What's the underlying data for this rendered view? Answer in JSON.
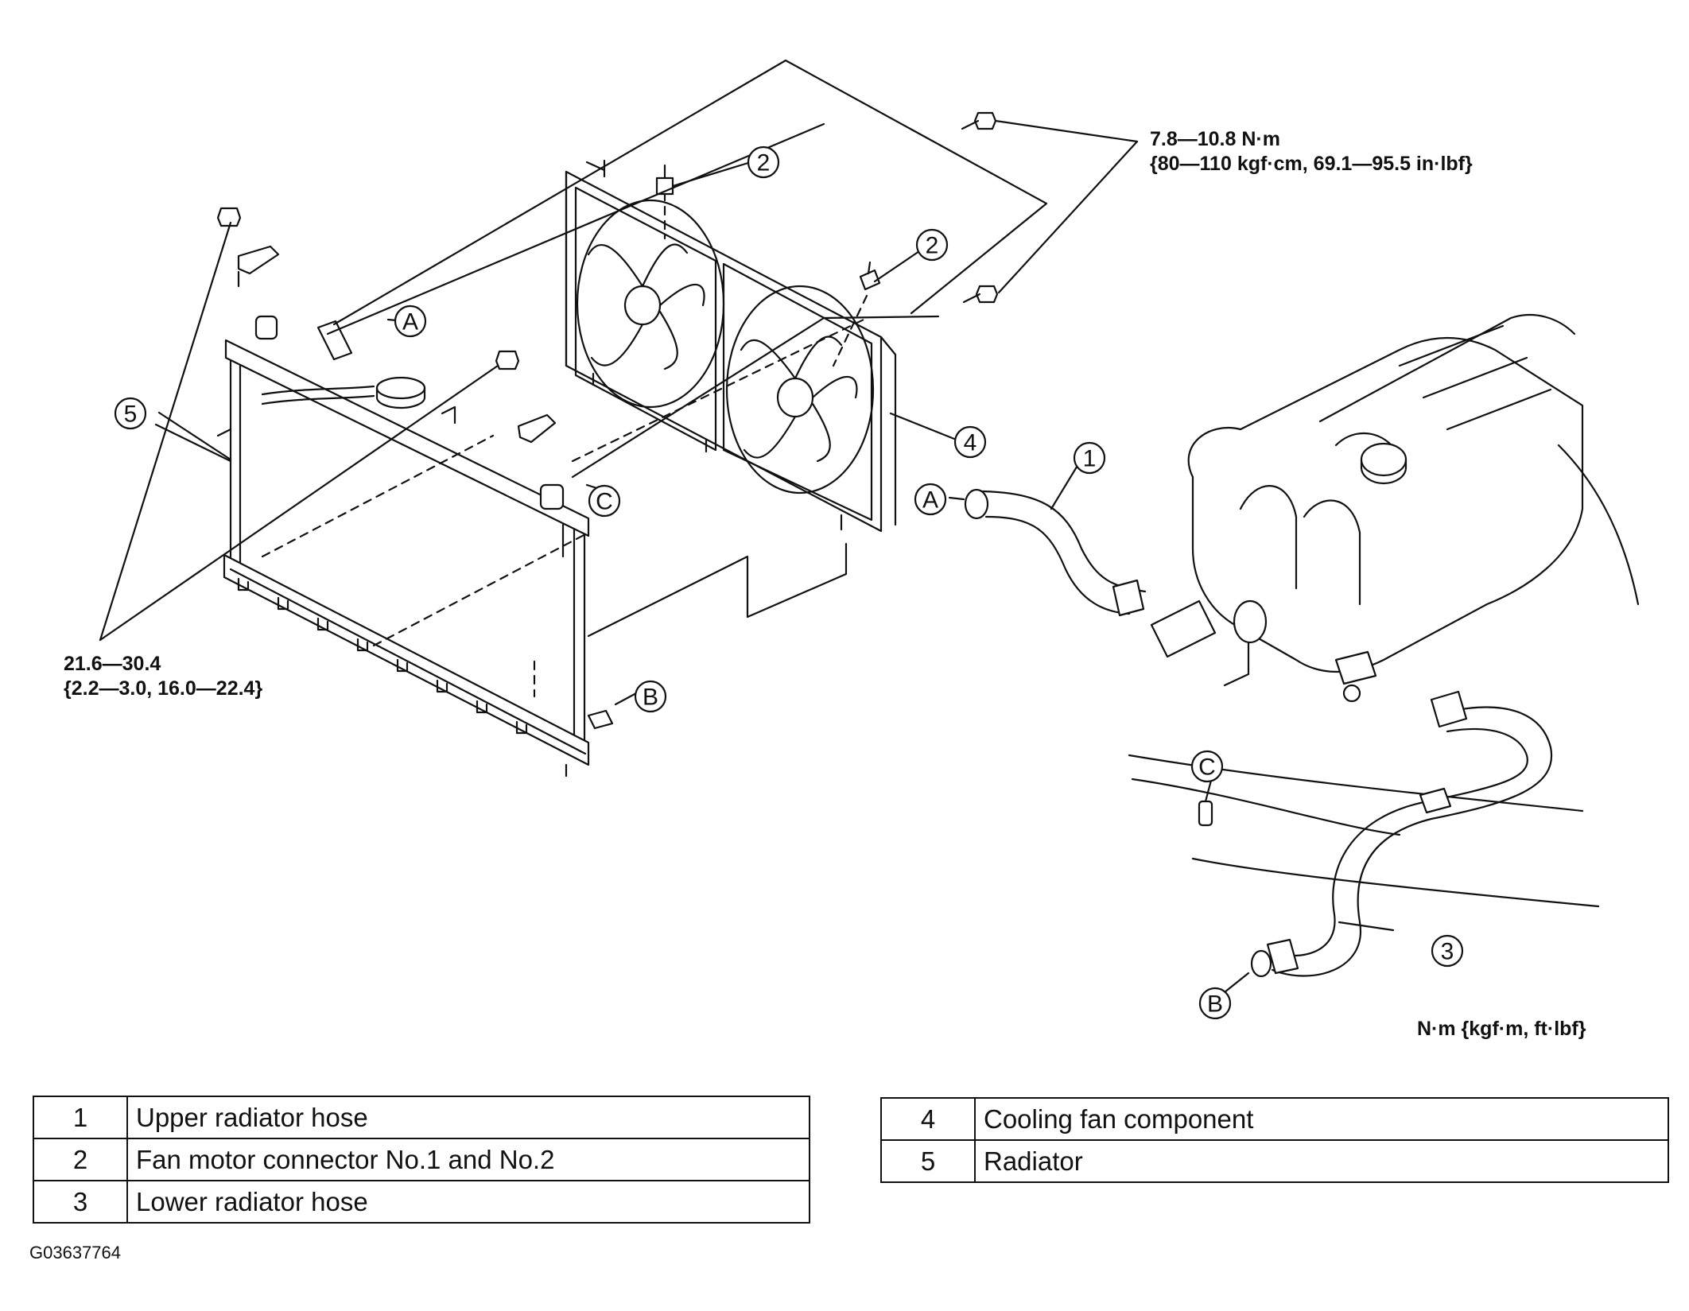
{
  "callouts": {
    "c1": "1",
    "c2a": "2",
    "c2b": "2",
    "c3": "3",
    "c4": "4",
    "c5": "5",
    "rA1": "A",
    "rA2": "A",
    "rB1": "B",
    "rB2": "B",
    "rC1": "C",
    "rC2": "C"
  },
  "torque_fan": {
    "line1": "7.8—10.8 N·m",
    "line2": "{80—110 kgf·cm, 69.1—95.5 in·lbf}"
  },
  "torque_radiator": {
    "line1": "21.6—30.4",
    "line2": "{2.2—3.0, 16.0—22.4}"
  },
  "units_note": "N·m {kgf·m, ft·lbf}",
  "legend_left": [
    {
      "num": "1",
      "desc": "Upper radiator hose"
    },
    {
      "num": "2",
      "desc": "Fan motor connector No.1 and No.2"
    },
    {
      "num": "3",
      "desc": "Lower radiator hose"
    }
  ],
  "legend_right": [
    {
      "num": "4",
      "desc": "Cooling fan component"
    },
    {
      "num": "5",
      "desc": "Radiator"
    }
  ],
  "figure_code": "G03637764"
}
